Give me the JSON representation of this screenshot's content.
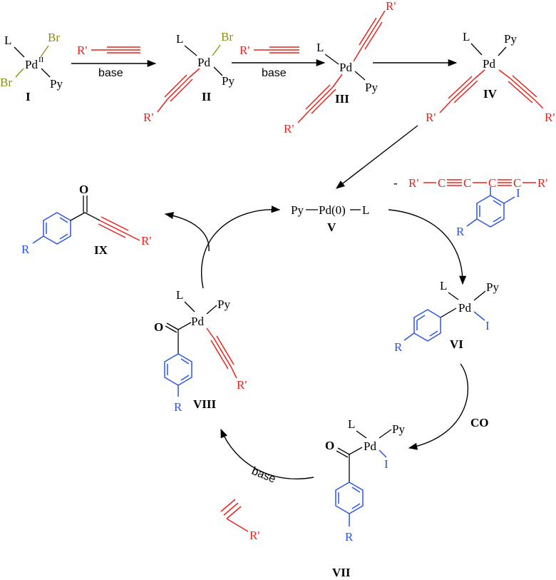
{
  "labels": {
    "L": "L",
    "Br": "Br",
    "Py": "Py",
    "Pd": "Pd",
    "PdII_sup": "II",
    "Rp": "R'",
    "R": "R",
    "I_atom": "I",
    "O": "O",
    "base": "base",
    "CO": "CO",
    "Pd0": "Pd(0)",
    "minus": "-",
    "diyne_C": "C",
    "compounds": {
      "c1": "I",
      "c2": "II",
      "c3": "III",
      "c4": "IV",
      "c5": "V",
      "c6": "VI",
      "c7": "VII",
      "c8": "VIII",
      "c9": "IX"
    }
  },
  "colors": {
    "red": "#e8231c",
    "blue": "#2b55e6",
    "olive": "#8c8c0f",
    "black": "#000000"
  }
}
